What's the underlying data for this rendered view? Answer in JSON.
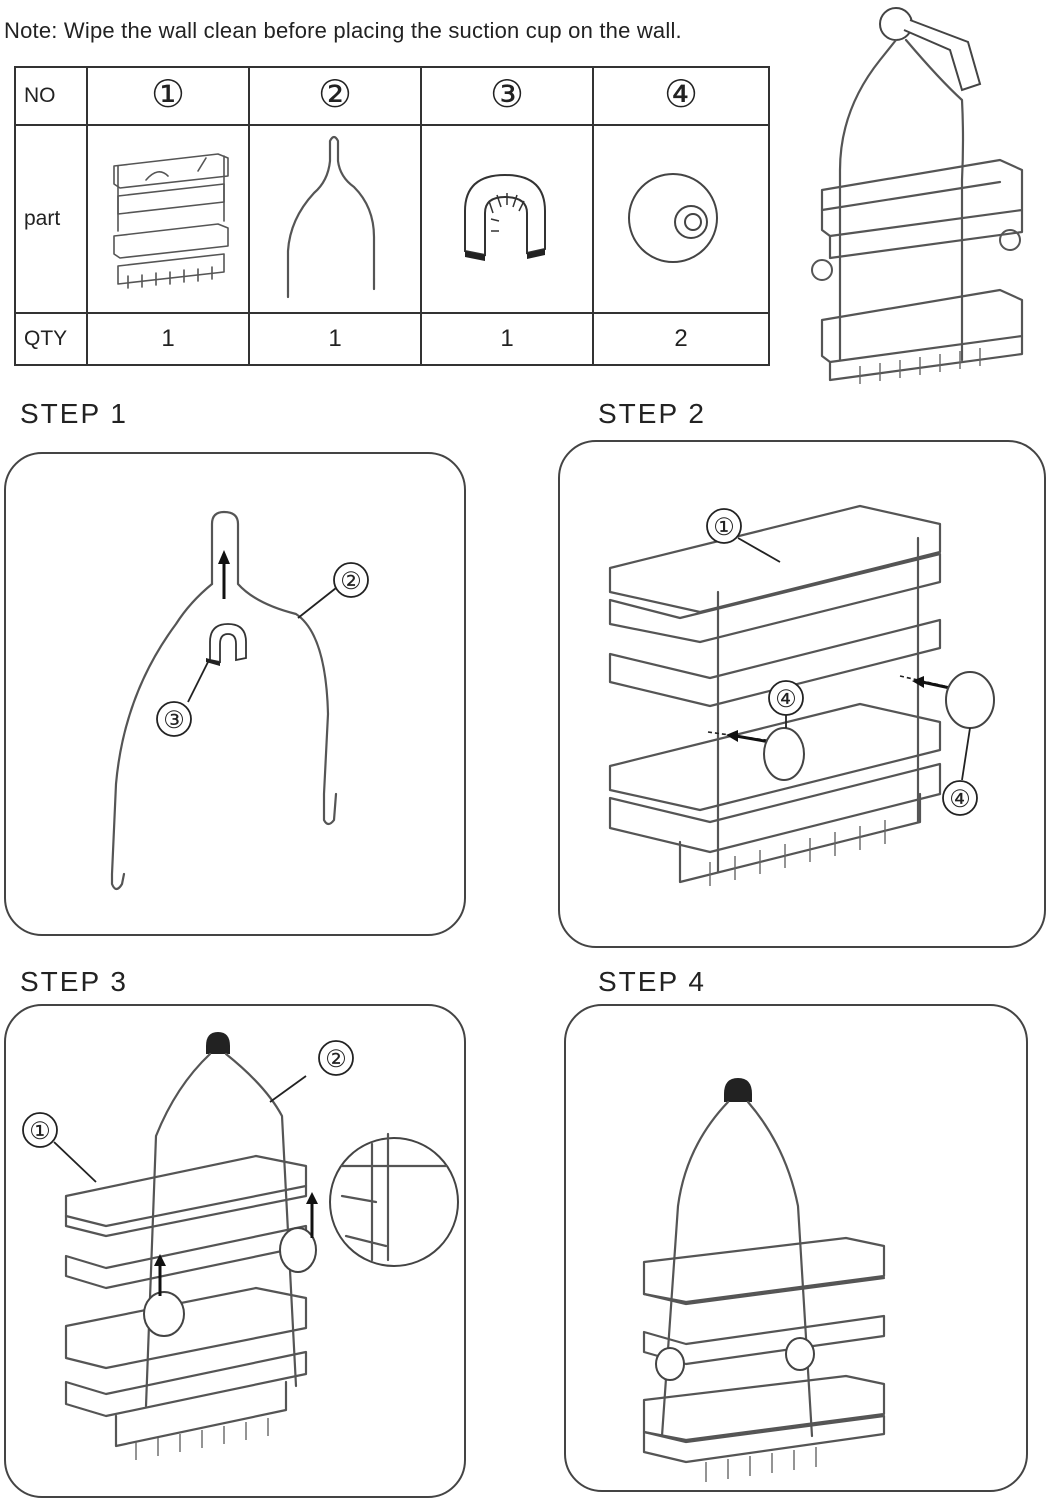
{
  "note": "Note: Wipe the wall clean before placing the suction cup on the wall.",
  "table": {
    "row_labels": {
      "no": "NO",
      "part": "part",
      "qty": "QTY"
    },
    "numbers": [
      "①",
      "②",
      "③",
      "④"
    ],
    "qty": [
      "1",
      "1",
      "1",
      "2"
    ]
  },
  "steps": {
    "s1": "STEP  1",
    "s2": "STEP  2",
    "s3": "STEP  3",
    "s4": "STEP  4"
  },
  "callouts": {
    "c1": "①",
    "c2": "②",
    "c3": "③",
    "c4": "④"
  }
}
